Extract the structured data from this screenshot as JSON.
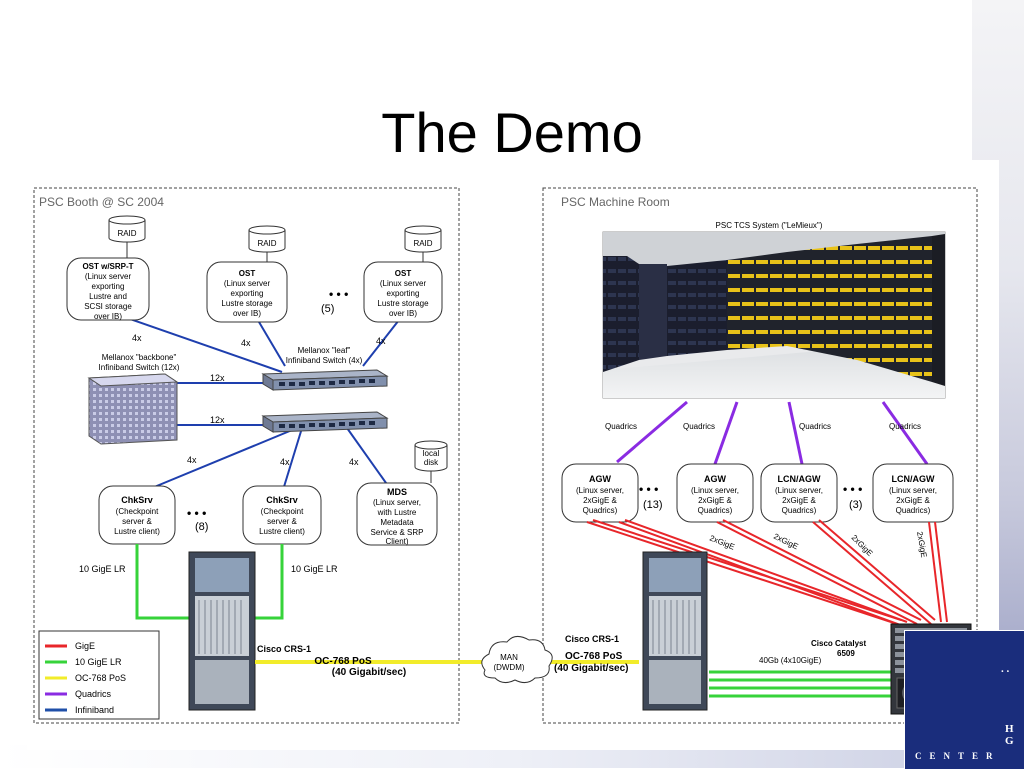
{
  "slide": {
    "title": "The Demo"
  },
  "booth": {
    "label": "PSC Booth @ SC 2004",
    "raid": "RAID",
    "ost1": [
      "OST w/SRP-T",
      "(Linux server",
      "exporting",
      "Lustre and",
      "SCSI storage",
      "over IB)"
    ],
    "ost2": [
      "OST",
      "(Linux server",
      "exporting",
      "Lustre storage",
      "over IB)"
    ],
    "ost3": [
      "OST",
      "(Linux server",
      "exporting",
      "Lustre storage",
      "over IB)"
    ],
    "dots": "• • •",
    "ost_count": "(5)",
    "leaf_switch": [
      "Mellanox \"leaf\"",
      "Infiniband Switch (4x)"
    ],
    "backbone_switch": [
      "Mellanox \"backbone\"",
      "Infiniband Switch (12x)"
    ],
    "link_4x": "4x",
    "link_12x": "12x",
    "local_disk": [
      "local",
      "disk"
    ],
    "chk1": [
      "ChkSrv",
      "(Checkpoint",
      "server &",
      "Lustre client)"
    ],
    "chk2": [
      "ChkSrv",
      "(Checkpoint",
      "server &",
      "Lustre client)"
    ],
    "chk_count": "(8)",
    "mds": [
      "MDS",
      "(Linux server,",
      "with Lustre",
      "Metadata",
      "Service & SRP",
      "Client)"
    ],
    "gige_lr": "10 GigE LR",
    "crs": "Cisco CRS-1",
    "oc768": [
      "OC-768 PoS",
      "(40 Gigabit/sec)"
    ]
  },
  "man": [
    "MAN",
    "(DWDM)"
  ],
  "machine_room": {
    "label": "PSC Machine Room",
    "tcs": "PSC TCS System (\"LeMieux\")",
    "quadrics": "Quadrics",
    "agw1": [
      "AGW",
      "(Linux server,",
      "2xGigE &",
      "Quadrics)"
    ],
    "agw2": [
      "AGW",
      "(Linux server,",
      "2xGigE &",
      "Quadrics)"
    ],
    "agw_count": "(13)",
    "lcn1": [
      "LCN/AGW",
      "(Linux server,",
      "2xGigE &",
      "Quadrics)"
    ],
    "lcn2": [
      "LCN/AGW",
      "(Linux server,",
      "2xGigE &",
      "Quadrics)"
    ],
    "lcn_count": "(3)",
    "link_2xgige": "2xGigE",
    "crs": "Cisco CRS-1",
    "oc768": [
      "OC-768 PoS",
      "(40 Gigabit/sec)"
    ],
    "catalyst": [
      "Cisco Catalyst",
      "6509"
    ],
    "forty_gb": "40Gb (4x10GigE)"
  },
  "legend": [
    {
      "label": "GigE",
      "color": "#e8262a"
    },
    {
      "label": "10 GigE LR",
      "color": "#36d33a"
    },
    {
      "label": "OC-768 PoS",
      "color": "#f2ec2a"
    },
    {
      "label": "Quadrics",
      "color": "#8a2be2"
    },
    {
      "label": "Infiniband",
      "color": "#1f4fa8"
    }
  ],
  "colors": {
    "infiniband": "#1e3fae",
    "gige": "#e8262a",
    "lr": "#36d33a",
    "oc": "#f2ec2a",
    "quadrics": "#8a2be2",
    "logo": "#1a2d7c"
  }
}
